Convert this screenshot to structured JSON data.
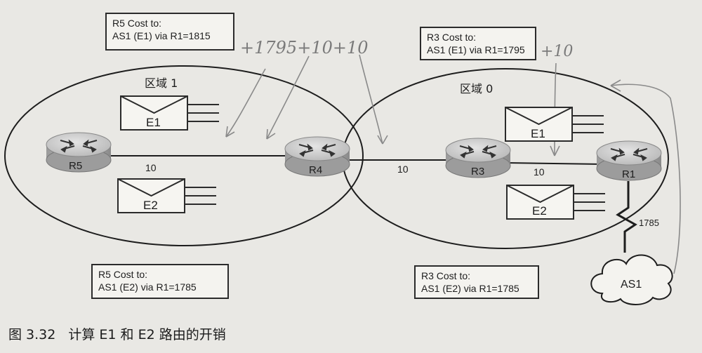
{
  "areas": {
    "area1": "区域 1",
    "area0": "区域 0"
  },
  "routers": {
    "r5": "R5",
    "r4": "R4",
    "r3": "R3",
    "r1": "R1"
  },
  "links": {
    "r5_r4": "10",
    "r4_r3": "10",
    "r3_r1": "10",
    "r1_as1": "1785"
  },
  "external": {
    "as1": "AS1"
  },
  "lsa": {
    "area1_e1": "E1",
    "area1_e2": "E2",
    "area0_e1": "E1",
    "area0_e2": "E2"
  },
  "cost_boxes": {
    "r5_e1": {
      "line1": "R5 Cost to:",
      "line2": "AS1 (E1) via R1=1815"
    },
    "r3_e1": {
      "line1": "R3 Cost to:",
      "line2": "AS1 (E1) via R1=1795"
    },
    "r5_e2": {
      "line1": "R5 Cost to:",
      "line2": "AS1 (E2) via R1=1785"
    },
    "r3_e2": {
      "line1": "R3 Cost to:",
      "line2": "AS1 (E2) via R1=1785"
    }
  },
  "annotations": {
    "r5_calc": "+1795+10+10",
    "r3_calc": "+10"
  },
  "caption": {
    "number": "图 3.32",
    "text": "计算 E1 和 E2 路由的开销"
  },
  "colors": {
    "ink": "#1d1d1d",
    "router_top": "#c9c9c9",
    "router_side": "#8f8f8f",
    "handwriting": "#8a8a8a"
  }
}
